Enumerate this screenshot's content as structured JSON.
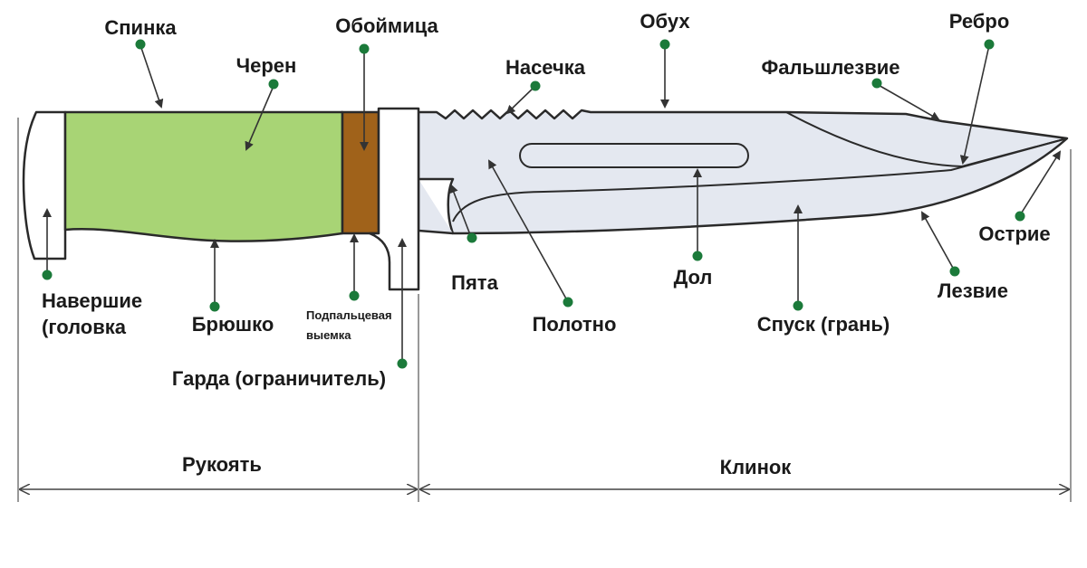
{
  "labels": {
    "spinka": "Спинка",
    "cheren": "Черен",
    "oboymitsa": "Обоймица",
    "nasechka": "Насечка",
    "obukh": "Обух",
    "falshlezvie": "Фальшлезвие",
    "rebro": "Ребро",
    "naversh_line1": "Навершие",
    "naversh_line2": "(головка",
    "bryushko": "Брюшко",
    "podpalts_line1": "Подпальцевая",
    "podpalts_line2": "выемка",
    "garda": "Гарда (ограничитель)",
    "pyata": "Пята",
    "polotno": "Полотно",
    "dol": "Дол",
    "spusk": "Спуск (грань)",
    "lezvie": "Лезвие",
    "ostrie": "Острие",
    "rukoyat": "Рукоять",
    "klinok": "Клинок"
  },
  "colors": {
    "handle": "#a8d475",
    "bolster": "#a0621a",
    "blade": "#e4e8f0",
    "dot": "#1b7a3a"
  }
}
